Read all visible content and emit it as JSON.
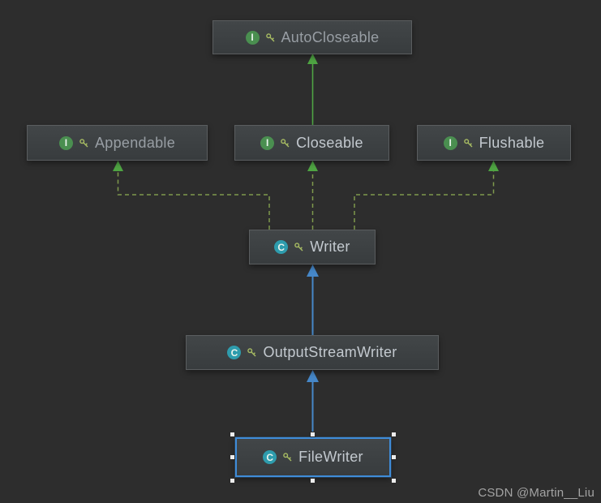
{
  "diagram": {
    "nodes": [
      {
        "id": "autocloseable",
        "label": "AutoCloseable",
        "kind": "interface",
        "icon_letter": "I",
        "dim": true,
        "selected": false
      },
      {
        "id": "appendable",
        "label": "Appendable",
        "kind": "interface",
        "icon_letter": "I",
        "dim": true,
        "selected": false
      },
      {
        "id": "closeable",
        "label": "Closeable",
        "kind": "interface",
        "icon_letter": "I",
        "dim": false,
        "selected": false
      },
      {
        "id": "flushable",
        "label": "Flushable",
        "kind": "interface",
        "icon_letter": "I",
        "dim": false,
        "selected": false
      },
      {
        "id": "writer",
        "label": "Writer",
        "kind": "class",
        "icon_letter": "C",
        "dim": false,
        "selected": false
      },
      {
        "id": "outputstreamwriter",
        "label": "OutputStreamWriter",
        "kind": "class",
        "icon_letter": "C",
        "dim": false,
        "selected": false
      },
      {
        "id": "filewriter",
        "label": "FileWriter",
        "kind": "class",
        "icon_letter": "C",
        "dim": false,
        "selected": true
      }
    ],
    "edges": [
      {
        "from": "Closeable",
        "to": "AutoCloseable",
        "relation": "extends",
        "style": "solid-green"
      },
      {
        "from": "Writer",
        "to": "Appendable",
        "relation": "implements",
        "style": "dashed-green"
      },
      {
        "from": "Writer",
        "to": "Closeable",
        "relation": "implements",
        "style": "dashed-green"
      },
      {
        "from": "Writer",
        "to": "Flushable",
        "relation": "implements",
        "style": "dashed-green"
      },
      {
        "from": "OutputStreamWriter",
        "to": "Writer",
        "relation": "extends",
        "style": "solid-blue"
      },
      {
        "from": "FileWriter",
        "to": "OutputStreamWriter",
        "relation": "extends",
        "style": "solid-blue"
      }
    ],
    "colors": {
      "background": "#2d2d2d",
      "node_background": "#3d4143",
      "node_border": "#5a5d5f",
      "text": "#c3c9cf",
      "interface_icon": "#4a8f50",
      "class_icon": "#2e9cad",
      "key_icon": "#a8bd63",
      "extends_interface_arrow": "#4fa543",
      "implements_arrow": "#7f9a4d",
      "extends_class_arrow": "#4687c8",
      "selection": "#3f8cd8"
    }
  },
  "watermark": "CSDN @Martin__Liu"
}
